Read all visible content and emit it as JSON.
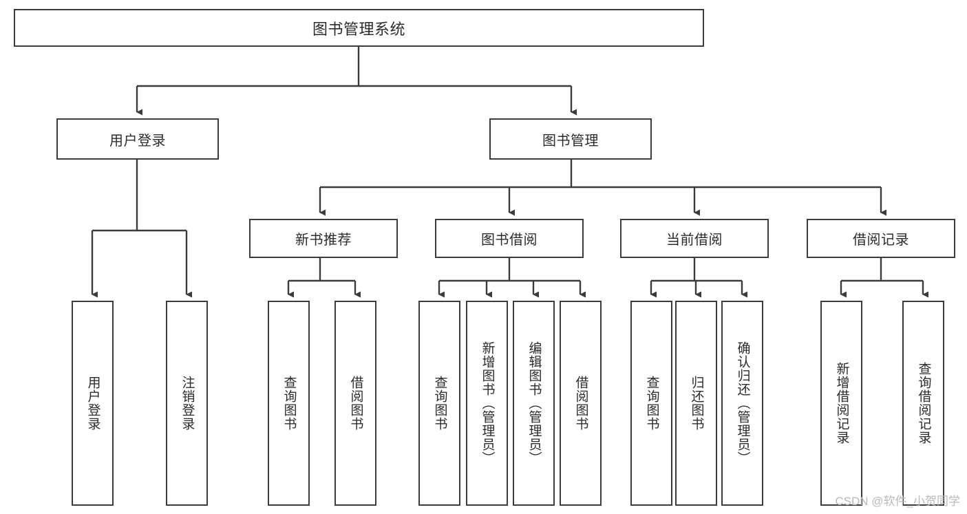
{
  "diagram": {
    "type": "tree-hierarchy",
    "title": "图书管理系统",
    "watermark": "CSDN @软件_小贺同学",
    "colors": {
      "background": "#ffffff",
      "box_border": "#3b3b3b",
      "box_fill": "#ffffff",
      "text": "#2b2b2b",
      "connector": "#3b3b3b",
      "watermark": "#b9b9b9"
    },
    "root": {
      "label": "图书管理系统"
    },
    "level1": [
      {
        "label": "用户登录"
      },
      {
        "label": "图书管理"
      }
    ],
    "level2": [
      {
        "label": "新书推荐"
      },
      {
        "label": "图书借阅"
      },
      {
        "label": "当前借阅"
      },
      {
        "label": "借阅记录"
      }
    ],
    "leaves": {
      "user_login": [
        {
          "label": "用户登录"
        },
        {
          "label": "注销登录"
        }
      ],
      "new_book_recommend": [
        {
          "label": "查询图书"
        },
        {
          "label": "借阅图书"
        }
      ],
      "book_borrow": [
        {
          "label": "查询图书"
        },
        {
          "label": "新增图书（管理员）"
        },
        {
          "label": "编辑图书（管理员）"
        },
        {
          "label": "借阅图书"
        }
      ],
      "current_borrow": [
        {
          "label": "查询图书"
        },
        {
          "label": "归还图书"
        },
        {
          "label": "确认归还（管理员）"
        }
      ],
      "borrow_record": [
        {
          "label": "新增借阅记录"
        },
        {
          "label": "查询借阅记录"
        }
      ]
    }
  }
}
